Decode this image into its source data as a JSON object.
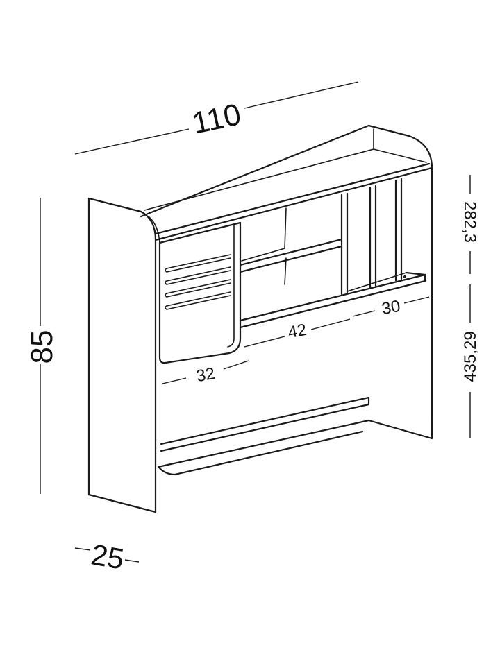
{
  "colors": {
    "line": "#1a1a1a",
    "background": "#ffffff"
  },
  "dimensions": {
    "width": "110",
    "height": "85",
    "depth": "25",
    "upper_section": "282,3",
    "lower_section": "435,29",
    "drawer_unit_width": "32",
    "middle_section_width": "42",
    "right_section_width": "30"
  }
}
